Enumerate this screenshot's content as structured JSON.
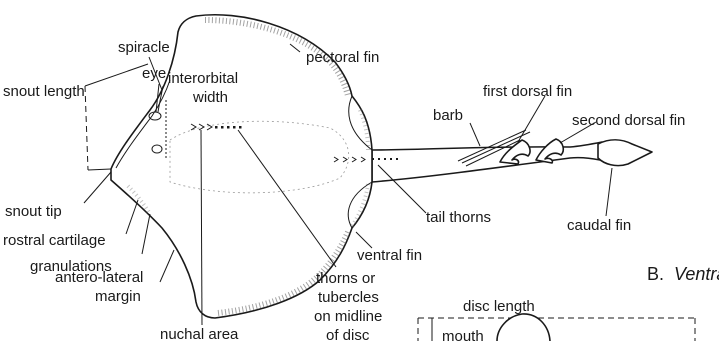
{
  "labels": {
    "spiracle": "spiracle",
    "eye": "eye",
    "interorbital_line1": "interorbital",
    "interorbital_line2": "width",
    "snout_length": "snout length",
    "pectoral_fin": "pectoral fin",
    "first_dorsal_fin": "first dorsal fin",
    "barb": "barb",
    "second_dorsal_fin": "second dorsal fin",
    "snout_tip": "snout tip",
    "tail_thorns": "tail thorns",
    "rostral_cartilage": "rostral cartilage",
    "caudal_fin": "caudal fin",
    "granulations": "granulations",
    "ventral_fin": "ventral fin",
    "antero_lateral_line1": "antero-lateral",
    "antero_lateral_line2": "margin",
    "thorns_line1": "thorns or",
    "thorns_line2": "tubercles",
    "thorns_line3": "on midline",
    "thorns_line4": "of disc",
    "nuchal_area": "nuchal area",
    "disc_length": "disc length",
    "mouth": "mouth"
  },
  "section_b": {
    "letter": "B.",
    "title": "Ventral"
  }
}
